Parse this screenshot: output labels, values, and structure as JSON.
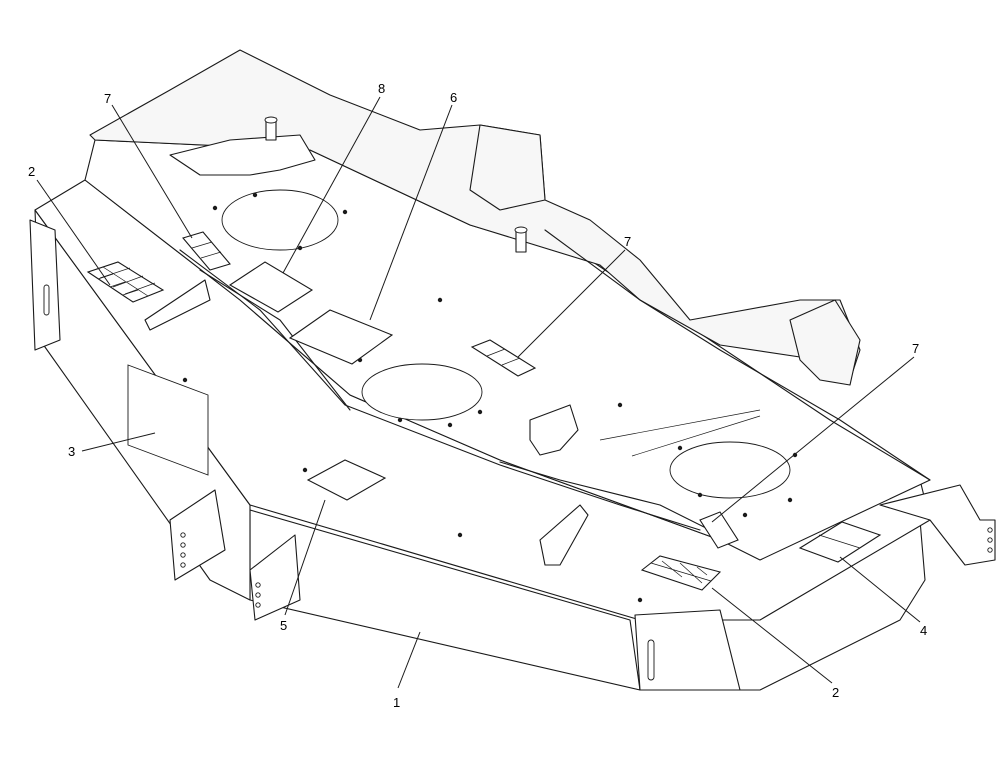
{
  "callouts": [
    {
      "label": "1"
    },
    {
      "label": "2"
    },
    {
      "label": "2"
    },
    {
      "label": "3"
    },
    {
      "label": "4"
    },
    {
      "label": "5"
    },
    {
      "label": "6"
    },
    {
      "label": "7"
    },
    {
      "label": "7"
    },
    {
      "label": "7"
    },
    {
      "label": "8"
    }
  ],
  "colors": {
    "line": "#1a1a1a",
    "background": "#ffffff"
  }
}
